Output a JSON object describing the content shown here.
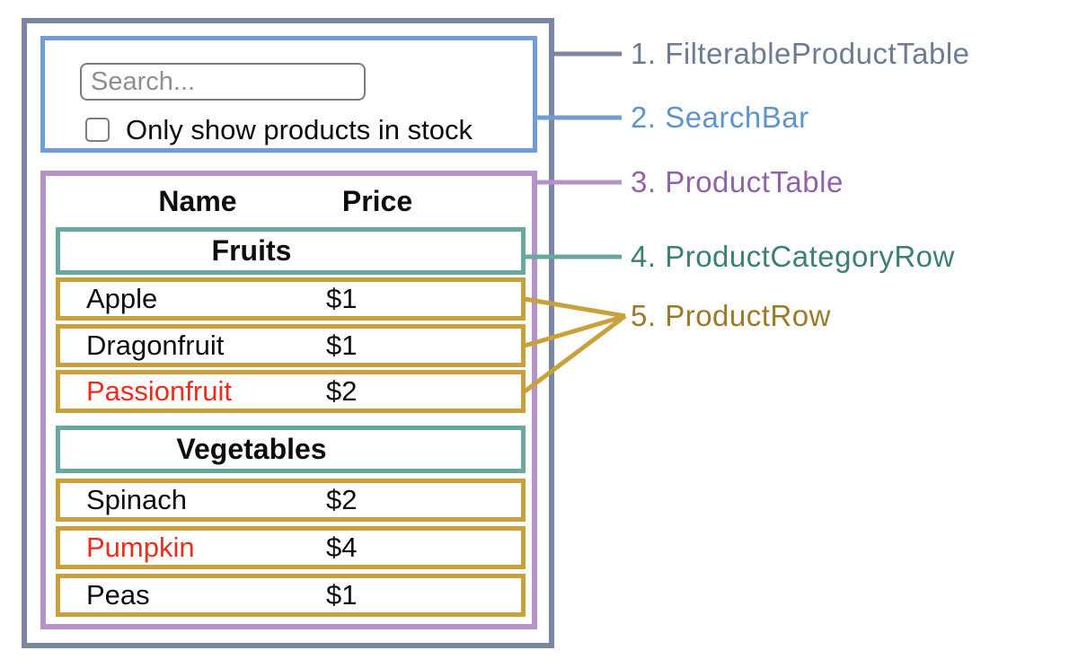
{
  "diagram": {
    "search_bar": {
      "search_placeholder": "Search...",
      "checkbox_label": "Only show products in stock",
      "checkbox_checked": false
    },
    "product_table": {
      "columns": [
        "Name",
        "Price"
      ],
      "sections": [
        {
          "category": "Fruits",
          "rows": [
            {
              "name": "Apple",
              "price": "$1",
              "color": "#0d0d0d"
            },
            {
              "name": "Dragonfruit",
              "price": "$1",
              "color": "#0d0d0d"
            },
            {
              "name": "Passionfruit",
              "price": "$2",
              "color": "#ed2d1c"
            }
          ]
        },
        {
          "category": "Vegetables",
          "rows": [
            {
              "name": "Spinach",
              "price": "$2",
              "color": "#0d0d0d"
            },
            {
              "name": "Pumpkin",
              "price": "$4",
              "color": "#ed2d1c"
            },
            {
              "name": "Peas",
              "price": "$1",
              "color": "#0d0d0d"
            }
          ]
        }
      ]
    }
  },
  "legend": [
    {
      "label": "1. FilterableProductTable",
      "color": "#6e7b94"
    },
    {
      "label": "2. SearchBar",
      "color": "#5d94cd"
    },
    {
      "label": "3. ProductTable",
      "color": "#8f63a9"
    },
    {
      "label": "4. ProductCategoryRow",
      "color": "#3d7f76"
    },
    {
      "label": "5. ProductRow",
      "color": "#9b7b29"
    }
  ],
  "colors": {
    "filterable_product_table_border": "#7b87a0",
    "search_bar_border": "#6f9dd4",
    "product_table_border": "#b592c8",
    "category_row_border": "#68a8a0",
    "product_row_border": "#c8a13c",
    "out_of_stock_text": "#ed2d1c",
    "text": "#0d0d0d",
    "input_border": "#7c7c7c"
  }
}
